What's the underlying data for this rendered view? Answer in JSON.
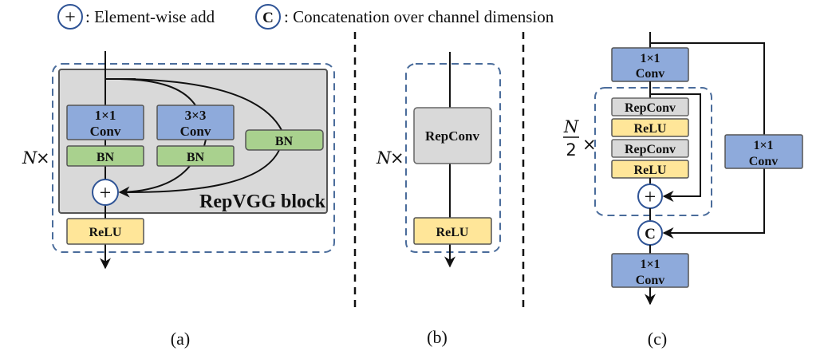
{
  "legend": {
    "add_symbol": "+",
    "add_label": ": Element-wise add",
    "concat_symbol": "C",
    "concat_label": ": Concatenation over channel dimension"
  },
  "colors": {
    "conv_fill": "#8eaadb",
    "bn_fill": "#a9d18e",
    "relu_fill": "#ffe699",
    "repconv_fill": "#d9d9d9",
    "block_fill": "#d9d9d9",
    "dashed_border": "#4a6c9b",
    "node_border": "#2f5496"
  },
  "panel_a": {
    "label": "(a)",
    "multiplier_n": "N",
    "multiplier_x": "×",
    "block_title": "RepVGG block",
    "conv1x1": {
      "line1": "1×1",
      "line2": "Conv"
    },
    "conv3x3": {
      "line1": "3×3",
      "line2": "Conv"
    },
    "bn_left": "BN",
    "bn_middle": "BN",
    "bn_right": "BN",
    "add_symbol": "+",
    "relu": "ReLU"
  },
  "panel_b": {
    "label": "(b)",
    "multiplier_n": "N",
    "multiplier_x": "×",
    "repconv": "RepConv",
    "relu": "ReLU"
  },
  "panel_c": {
    "label": "(c)",
    "multiplier_num": "N",
    "multiplier_den": "2",
    "multiplier_x": "×",
    "conv_top": {
      "line1": "1×1",
      "line2": "Conv"
    },
    "conv_side": {
      "line1": "1×1",
      "line2": "Conv"
    },
    "conv_bottom": {
      "line1": "1×1",
      "line2": "Conv"
    },
    "repconv_1": "RepConv",
    "relu_1": "ReLU",
    "repconv_2": "RepConv",
    "relu_2": "ReLU",
    "add_symbol": "+",
    "concat_symbol": "C"
  }
}
